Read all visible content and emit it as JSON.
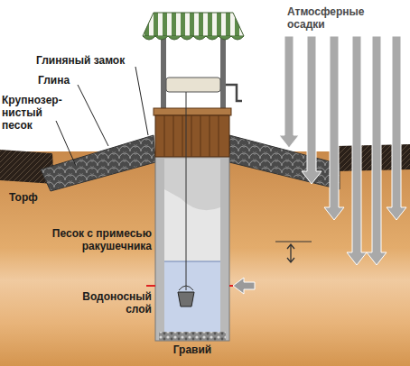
{
  "diagram": {
    "labels": [
      "Атмосферные осадки",
      "Глиняный замок",
      "Глина",
      "Крупнозер- нистый песок",
      "Торф",
      "Песок с примесью ракушечника",
      "Водоносный слой",
      "Гравий"
    ]
  }
}
